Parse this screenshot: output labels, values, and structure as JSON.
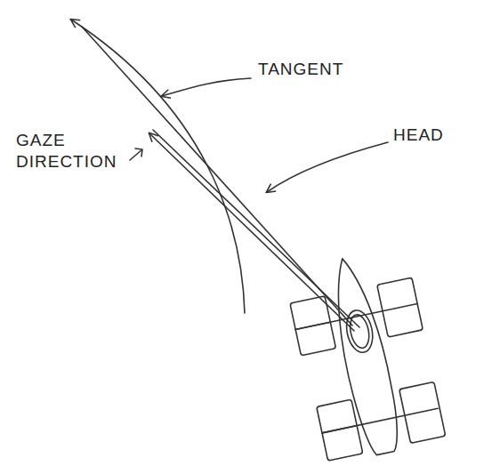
{
  "diagram": {
    "labels": [
      "TANGENT",
      "GAZE DIRECTION",
      "HEAD"
    ]
  }
}
